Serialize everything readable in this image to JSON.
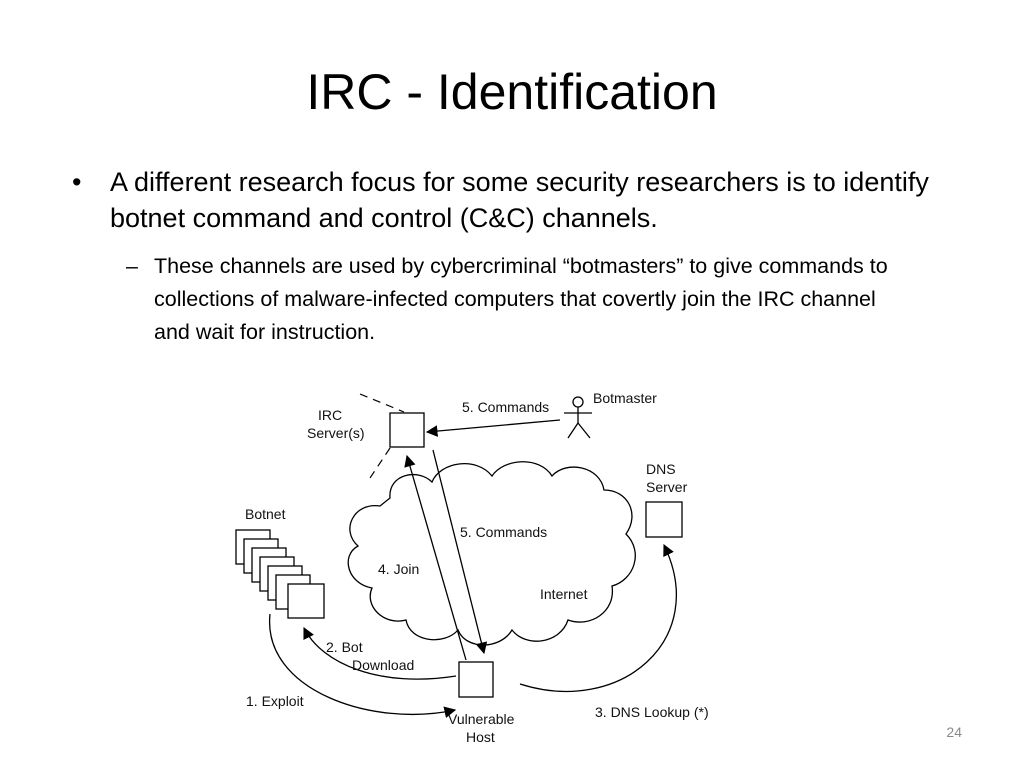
{
  "slide": {
    "title": "IRC - Identification",
    "bullets": [
      {
        "marker": "•",
        "text": "A different research focus for some security researchers is to identify botnet command and control (C&C) channels.",
        "sub": [
          {
            "marker": "–",
            "text": "These channels are used by cybercriminal “botmasters” to give commands to collections of malware-infected computers that covertly join the IRC channel and wait for instruction."
          }
        ]
      }
    ],
    "page_number": "24"
  },
  "diagram": {
    "labels": {
      "irc_server_1": "IRC",
      "irc_server_2": "Server(s)",
      "commands_top": "5. Commands",
      "botmaster": "Botmaster",
      "dns_server_1": "DNS",
      "dns_server_2": "Server",
      "botnet": "Botnet",
      "commands_mid": "5. Commands",
      "join": "4. Join",
      "internet": "Internet",
      "bot_download_1": "2. Bot",
      "bot_download_2": "Download",
      "exploit": "1. Exploit",
      "vulnerable_host_1": "Vulnerable",
      "vulnerable_host_2": "Host",
      "dns_lookup": "3. DNS Lookup (*)"
    }
  }
}
